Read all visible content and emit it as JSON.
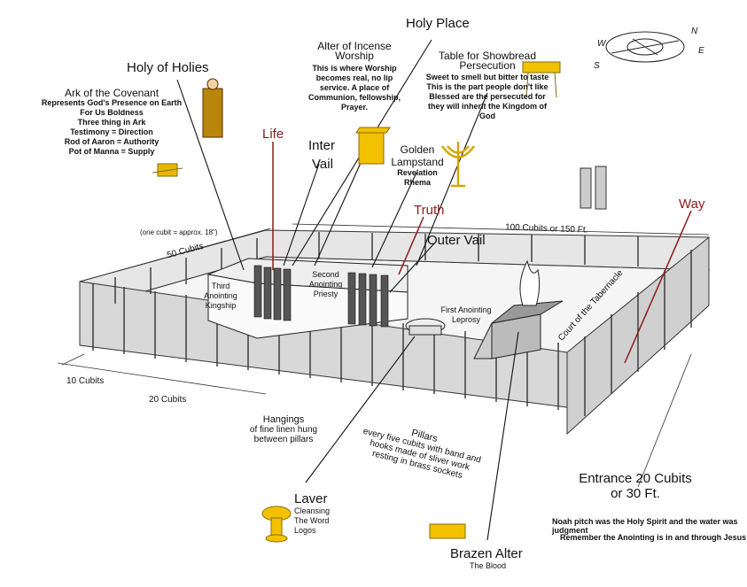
{
  "labels": {
    "holy_place": "Holy Place",
    "holy_of_holies": "Holy of Holies",
    "life": "Life",
    "inter_vail_1": "Inter",
    "inter_vail_2": "Vail",
    "truth": "Truth",
    "outer_vail": "Outer Vail",
    "way": "Way",
    "cubit_note": "(one cubit = approx. 18\")",
    "dim_50": "50 Cubits",
    "dim_100": "100 Cubits or 150 Ft.",
    "dim_10": "10 Cubits",
    "dim_20": "20 Cubits",
    "third_anointing": [
      "Third",
      "Anointing",
      "Kingship"
    ],
    "second_anointing": [
      "Second",
      "Anointing",
      "Priesty"
    ],
    "first_anointing": [
      "First Anointing",
      "Leprosy"
    ],
    "court": "Court of the Tabernacle",
    "entrance": [
      "Entrance 20 Cubits",
      "or 30 Ft."
    ],
    "noah": "Noah pitch was the Holy Spirit and the water was judgment",
    "remember": "Remember the Anointing is in and through Jesus"
  },
  "ark": {
    "title": "Ark of the Covenant",
    "lines": [
      "Represents God's Presence on Earth",
      "For Us Boldness",
      "Three thing in Ark",
      "Testimony = Direction",
      "Rod of Aaron = Authority",
      "Pot of Manna = Supply"
    ]
  },
  "incense": {
    "title": [
      "Alter of Incense",
      "Worship"
    ],
    "lines": [
      "This is where Worship",
      "becomes real, no lip",
      "service. A place of",
      "Communion, fellowship,",
      "Prayer."
    ]
  },
  "showbread": {
    "title": [
      "Table for Showbread",
      "Persecution"
    ],
    "lines": [
      "Sweet to smell but bitter to taste",
      "This is the part people don't like",
      "Blessed are the persecuted for",
      "they will inherit the Kingdom of",
      "God"
    ]
  },
  "lampstand": {
    "title": [
      "Golden",
      "Lampstand"
    ],
    "lines": [
      "Revelation",
      "Rhema"
    ]
  },
  "hangings": [
    "Hangings",
    "of fine linen hung",
    "between pillars"
  ],
  "pillars": {
    "title": "Pillars",
    "lines": [
      "every five cubits with band and",
      "hooks made of sliver work",
      "resting in brass sockets"
    ]
  },
  "laver": {
    "title": "Laver",
    "lines": [
      "Cleansing",
      "The Word",
      "Logos"
    ]
  },
  "brazen": {
    "title": "Brazen Alter",
    "sub": "The Blood"
  },
  "compass": {
    "w": "W",
    "n": "N",
    "e": "E",
    "s": "S"
  },
  "colors": {
    "accent_red": "#8b1a1a",
    "gold": "#e8b800",
    "fence": "#333333"
  }
}
